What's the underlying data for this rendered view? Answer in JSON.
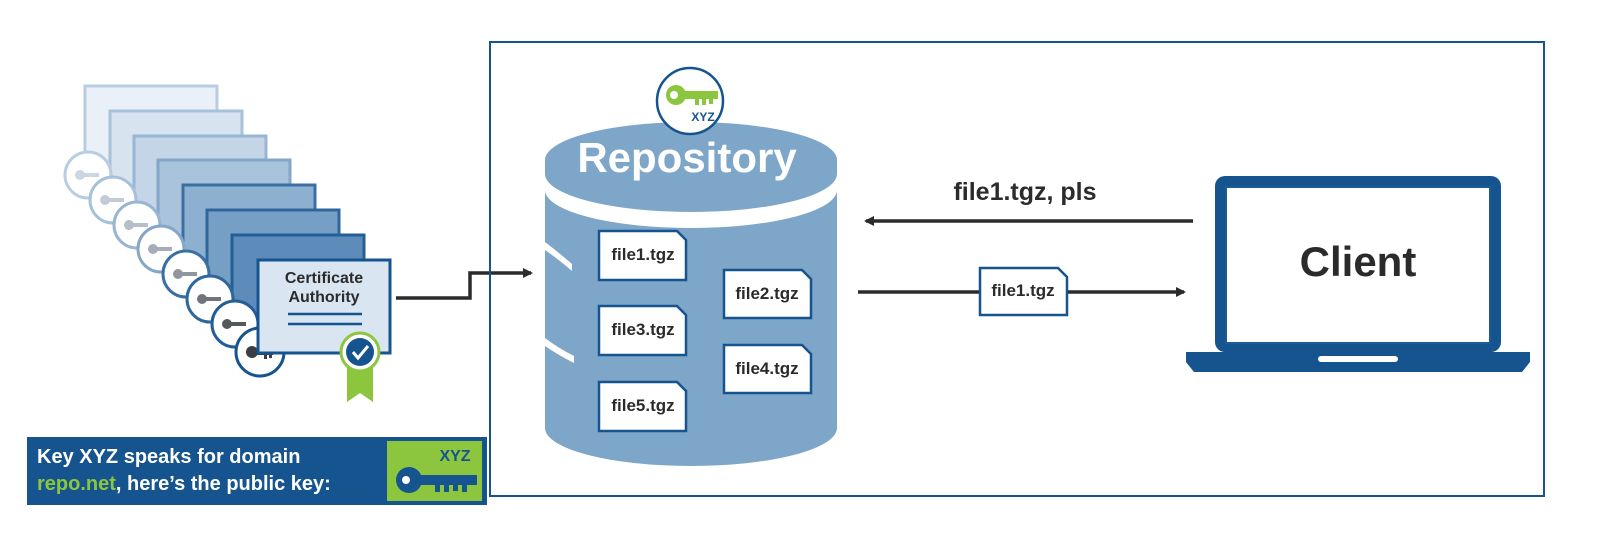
{
  "colors": {
    "dark_blue": "#15548f",
    "mid_blue": "#7da6c9",
    "light_blue": "#dbe6f1",
    "accent_green": "#8cc63f",
    "arrow": "#2b2b2b"
  },
  "ca": {
    "label_line1": "Certificate",
    "label_line2": "Authority"
  },
  "repository": {
    "title": "Repository",
    "key_label": "XYZ",
    "files": [
      "file1.tgz",
      "file2.tgz",
      "file3.tgz",
      "file4.tgz",
      "file5.tgz"
    ]
  },
  "request": {
    "label": "file1.tgz, pls"
  },
  "response": {
    "file": "file1.tgz"
  },
  "client": {
    "label": "Client"
  },
  "caption": {
    "line1": "Key XYZ speaks for domain",
    "domain": "repo.net",
    "line2_rest": ", here’s the public key:",
    "key_label": "XYZ"
  }
}
